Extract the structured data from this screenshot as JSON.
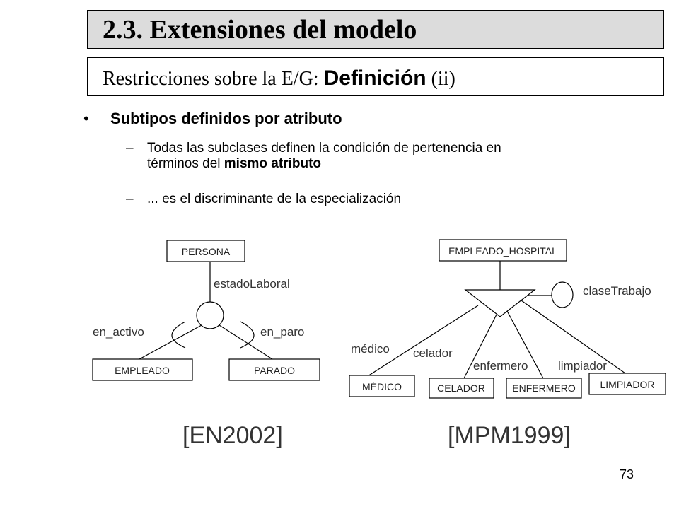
{
  "slide": {
    "title": "2.3. Extensiones del modelo",
    "subtitle_prefix": "Restricciones sobre la E/G: ",
    "subtitle_bold": "Definición",
    "subtitle_suffix": " (ii)",
    "bullet_marker": "•",
    "bullet": "Subtipos definidos por atributo",
    "sub_marker": "–",
    "sub1_line1": "Todas las subclases definen la condición de pertenencia en",
    "sub1_line2_prefix": "términos del ",
    "sub1_line2_bold": "mismo atributo",
    "sub2": "... es el discriminante de la especialización",
    "page_number": "73"
  },
  "diagram_left": {
    "superclass": "PERSONA",
    "attribute": "estadoLaboral",
    "subclass_left": "EMPLEADO",
    "subclass_right": "PARADO",
    "value_left": "en_activo",
    "value_right": "en_paro",
    "reference": "[EN2002]"
  },
  "diagram_right": {
    "superclass": "EMPLEADO_HOSPITAL",
    "attribute": "claseTrabajo",
    "subclasses": [
      "MÉDICO",
      "CELADOR",
      "ENFERMERO",
      "LIMPIADOR"
    ],
    "values": [
      "médico",
      "celador",
      "enfermero",
      "limpiador"
    ],
    "reference": "[MPM1999]"
  }
}
